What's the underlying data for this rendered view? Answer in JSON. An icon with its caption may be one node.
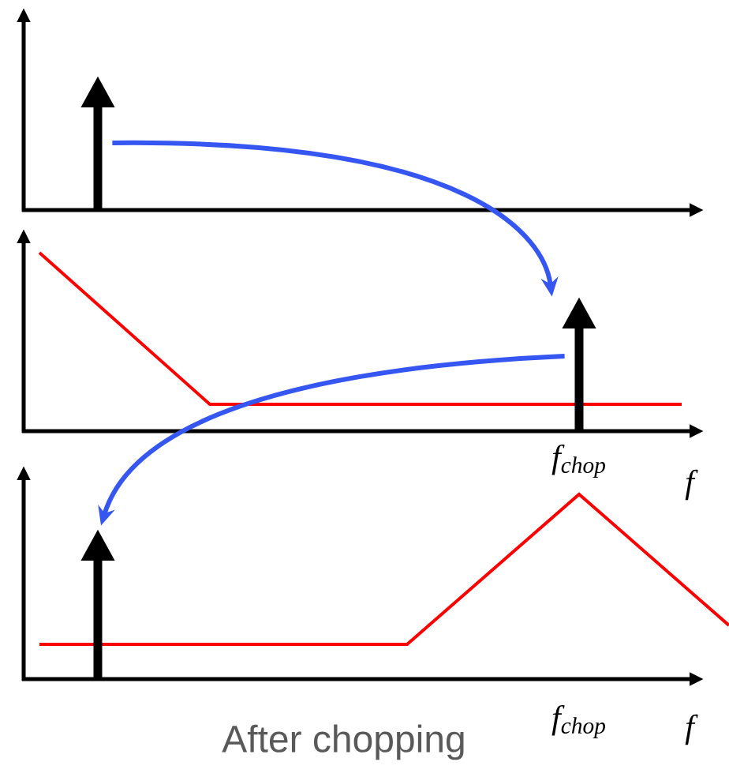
{
  "diagram": {
    "caption": "After chopping",
    "nodes": [
      {
        "text": [],
        "shape": "arrow"
      },
      {
        "text": [],
        "shape": "arrow"
      },
      {
        "text": [],
        "shape": "arrow"
      }
    ],
    "edges": [
      {
        "from": 0,
        "to": 1,
        "arrow": "to"
      },
      {
        "from": 1,
        "to": 2,
        "arrow": "to"
      }
    ],
    "labels": [
      "f$_{chop}$",
      "f",
      "f$_{chop}$",
      "f"
    ]
  }
}
